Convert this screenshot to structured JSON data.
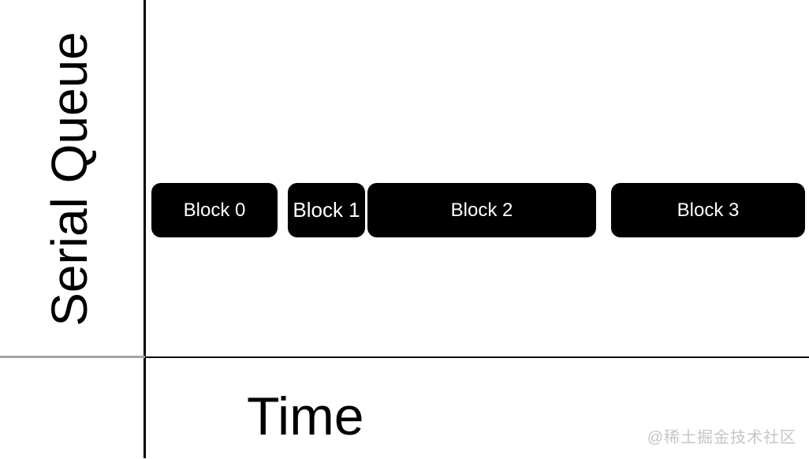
{
  "diagram": {
    "y_axis_label": "Serial Queue",
    "x_axis_label": "Time",
    "blocks": [
      {
        "label": "Block 0"
      },
      {
        "label": "Block 1"
      },
      {
        "label": "Block 2"
      },
      {
        "label": "Block 3"
      }
    ],
    "watermark": "@稀土掘金技术社区",
    "colors": {
      "background": "#ffffff",
      "block_fill": "#000000",
      "block_text": "#ffffff",
      "axis_line": "#000000",
      "baseline_left_segment": "#a6a6a6",
      "watermark_text": "#c6c6c6"
    }
  }
}
